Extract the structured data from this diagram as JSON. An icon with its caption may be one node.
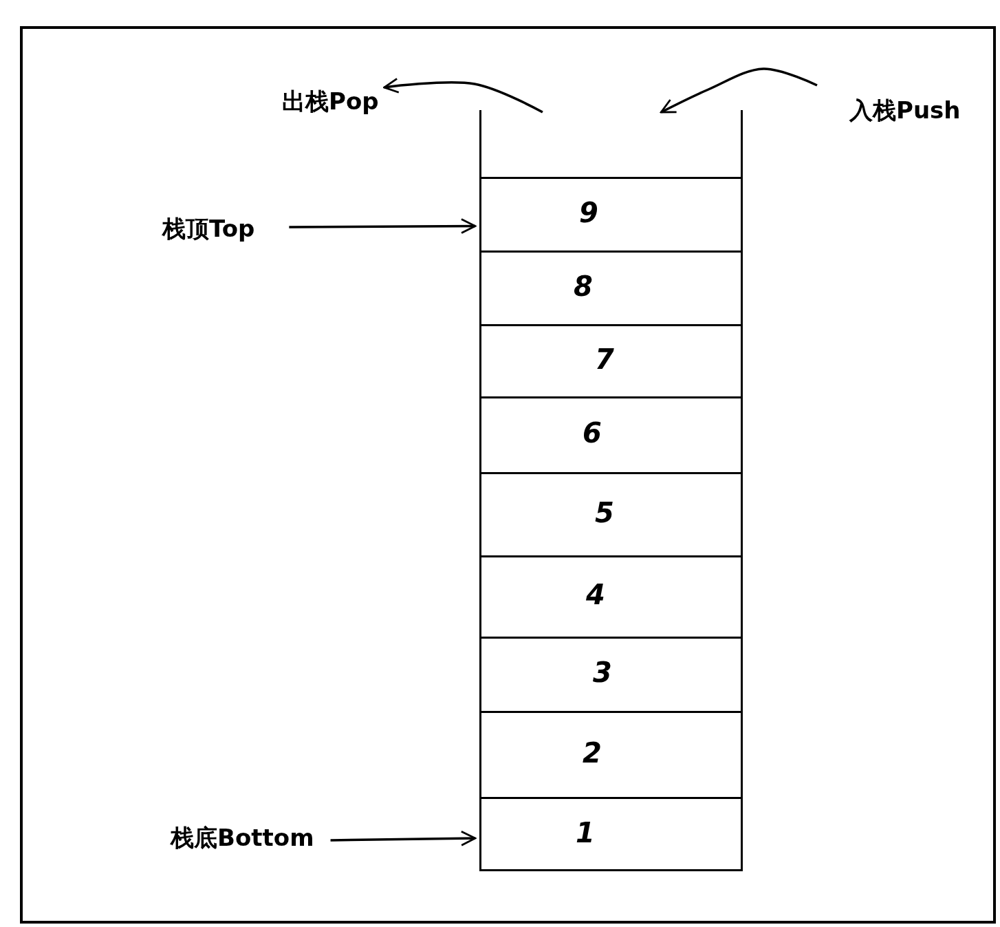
{
  "diagram": {
    "nodes": [
      {
        "text": [
          "出栈Pop"
        ]
      },
      {
        "text": [
          "入栈Push"
        ]
      },
      {
        "text": [
          "栈顶Top"
        ]
      },
      {
        "text": [],
        "shape": "box"
      },
      {
        "text": [
          "9"
        ],
        "in": 3
      },
      {
        "text": [
          "8"
        ],
        "in": 3
      },
      {
        "text": [
          "7"
        ],
        "in": 3
      },
      {
        "text": [
          "6"
        ],
        "in": 3
      },
      {
        "text": [
          "5"
        ],
        "in": 3
      },
      {
        "text": [
          "4"
        ],
        "in": 3
      },
      {
        "text": [
          "3"
        ],
        "in": 3
      },
      {
        "text": [
          "2"
        ],
        "in": 3
      },
      {
        "text": [
          "1"
        ],
        "in": 3
      },
      {
        "text": [
          "栈底Bottom"
        ]
      }
    ],
    "edges": [
      {
        "from": 3,
        "to": 0,
        "arrow": "to"
      },
      {
        "from": 1,
        "to": 3,
        "arrow": "to"
      },
      {
        "from": 2,
        "to": 4,
        "arrow": "to"
      },
      {
        "from": 13,
        "to": 12,
        "arrow": "to"
      }
    ]
  }
}
